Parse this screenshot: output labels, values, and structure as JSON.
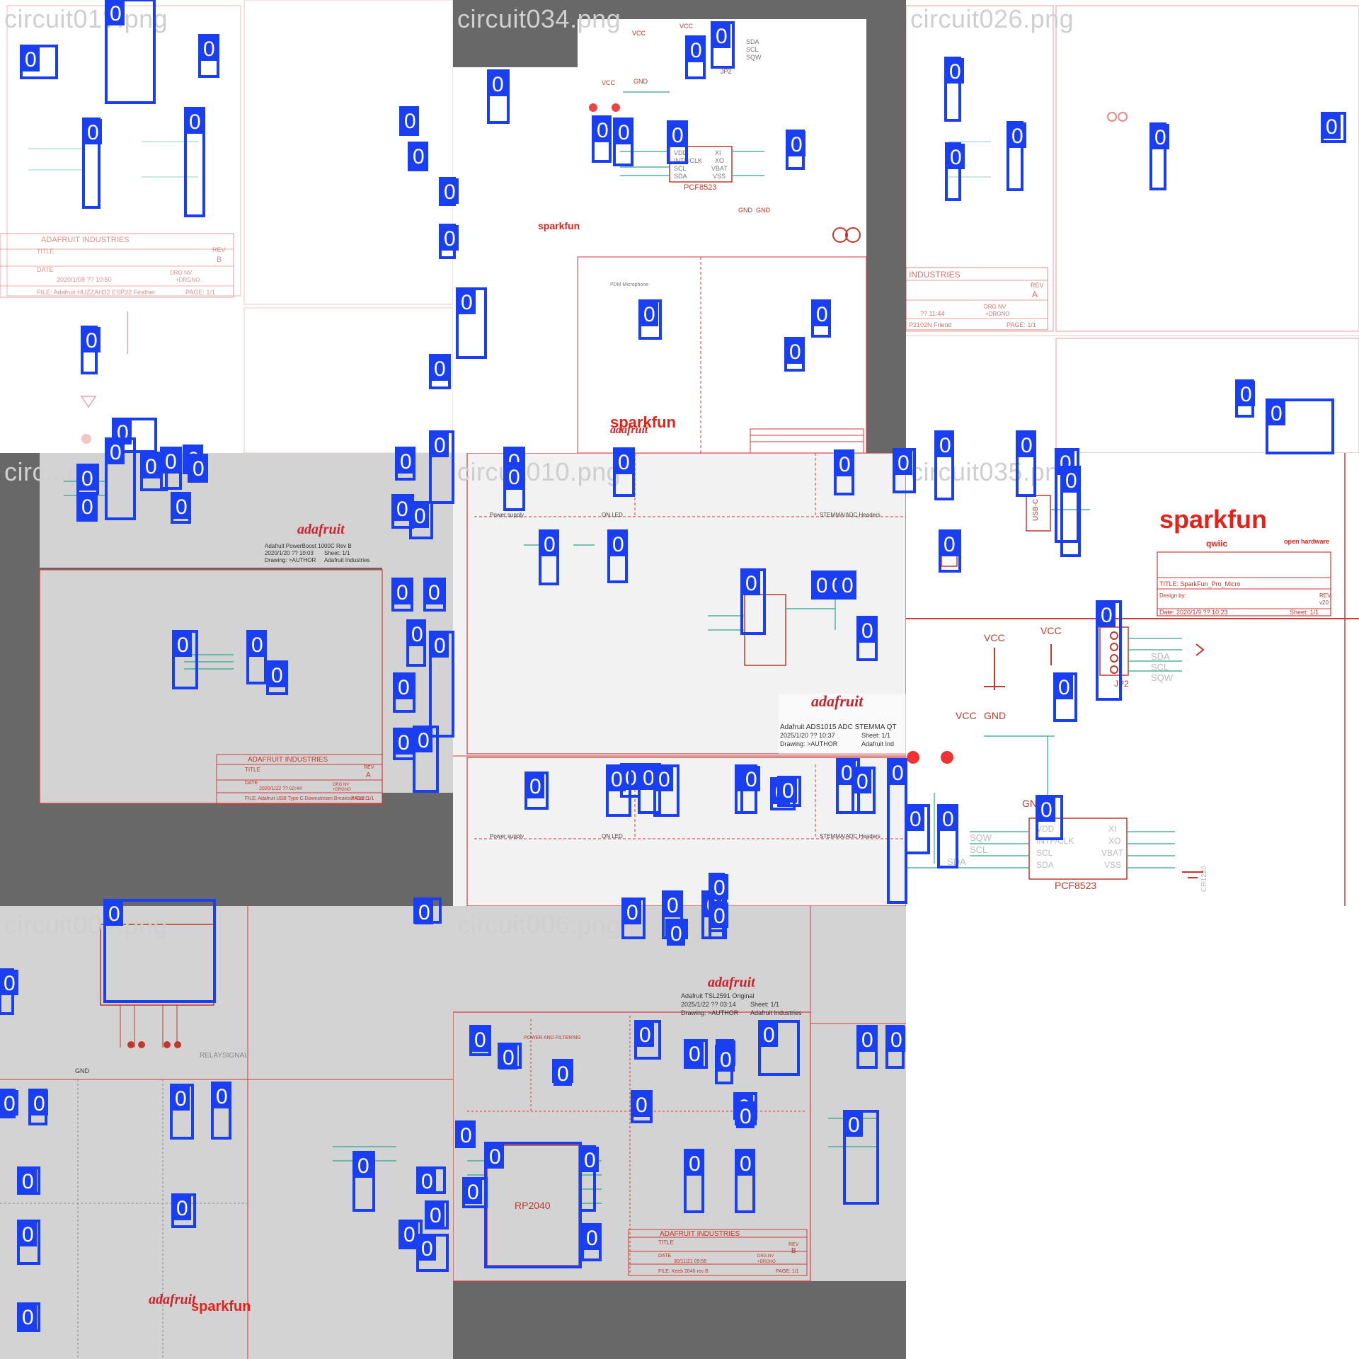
{
  "tiles": [
    {
      "id": "circuit01",
      "label": "circuit01?.png"
    },
    {
      "id": "circuit034",
      "label": "circuit034.png"
    },
    {
      "id": "circuit026",
      "label": "circuit026.png"
    },
    {
      "id": "circuit0xx_left",
      "label": "circ...g"
    },
    {
      "id": "circuit010",
      "label": "circuit010.png"
    },
    {
      "id": "circuit035",
      "label": "circuit035.png"
    },
    {
      "id": "circuit00x",
      "label": "circuit00?.png"
    },
    {
      "id": "circuit006",
      "label": "circuit006.png"
    }
  ],
  "title_blocks": {
    "c01": {
      "company": "ADAFRUIT INDUSTRIES",
      "title_label": "TITLE",
      "rev_label": "REV",
      "rev": "B",
      "date_label": "DATE",
      "date": "2020/1/08 ?? 10:50",
      "drg_label": "DRG NV",
      "drg": "+DRGNO",
      "file": "FILE: Adafruit HUZZAH32 ESP32 Feather",
      "page": "PAGE: 1/1"
    },
    "c026": {
      "company": "INDUSTRIES",
      "rev_label": "REV",
      "rev": "A",
      "time": "?? 11:44",
      "drg_label": "DRG NV",
      "drg": "+DRGNO",
      "file": "P2102N Friend",
      "page": "PAGE: 1/1"
    },
    "c0xx": {
      "company": "ADAFRUIT INDUSTRIES",
      "title_label": "TITLE",
      "rev_label": "REV",
      "rev": "A",
      "date_label": "DATE",
      "date": "2020/1/22 ?? 02:44",
      "drg_label": "DRG NV",
      "drg": "+DRGNO",
      "file": "FILE: Adafruit USB Type C Downstream Breakout Rev C",
      "page": "PAGE: 1/1"
    },
    "powerboost": {
      "line1": "Adafruit PowerBoost 1000C Rev B",
      "line2": "2020/1/20 ?? 10:03",
      "sheet": "Sheet: 1/1",
      "drawing": "Drawing: >AUTHOR",
      "company": "Adafruit Industries"
    },
    "ads1015": {
      "line1": "Adafruit ADS1015 ADC STEMMA QT",
      "line2": "2025/1/20 ?? 10:37",
      "sheet": "Sheet: 1/1",
      "drawing": "Drawing: >AUTHOR",
      "company": "Adafruit Ind"
    },
    "tsl2591": {
      "line1": "Adafruit TSL2591 Original",
      "line2": "2025/1/22 ?? 03:14",
      "sheet": "Sheet: 1/1",
      "drawing": "Drawing: >AUTHOR",
      "company": "Adafruit Industries"
    },
    "c006": {
      "company": "ADAFRUIT INDUSTRIES",
      "title_label": "TITLE",
      "rev_label": "REV",
      "rev": "B",
      "date_label": "DATE",
      "date": "30/11/21 09:58",
      "drg_label": "DRG NV",
      "drg": "+DRGNO",
      "file": "FILE: Keeb 2040 rev B",
      "page": "PAGE: 1/1"
    },
    "sf_pro_micro": {
      "title": "TITLE: SparkFun_Pro_Micro",
      "design": "Design by:",
      "rev_label": "REV:",
      "rev": "v20",
      "date": "Date: 2020/1/9 ?? 10:23",
      "sheet": "Sheet: 1/1"
    }
  },
  "logos": {
    "sparkfun": "sparkfun",
    "adafruit": "adafruit",
    "qwiic": "qwiic",
    "open_hardware": "open hardware"
  },
  "schematic_labels": {
    "vcc": "VCC",
    "gnd": "GND",
    "sda": "SDA",
    "scl": "SCL",
    "sqw": "SQW",
    "jp2": "JP2",
    "pcf8523": "PCF8523",
    "pins_left": [
      "VDD",
      "INTF/CLK",
      "SCL",
      "SDA"
    ],
    "pins_right": [
      "XI",
      "XO",
      "VBAT",
      "VSS"
    ],
    "usb_c": "USB-C",
    "rp2040": "RP2040",
    "power_supply": "Power supply",
    "on_led": "ON LED",
    "stemma": "STEMMA/ADC Headers",
    "relay_signal": "RELAYSIGNAL",
    "power_filtering": "POWER AND FILTERING",
    "mic": "PDM Microphone",
    "cr1220": "CR1220"
  },
  "detection_label": "0"
}
